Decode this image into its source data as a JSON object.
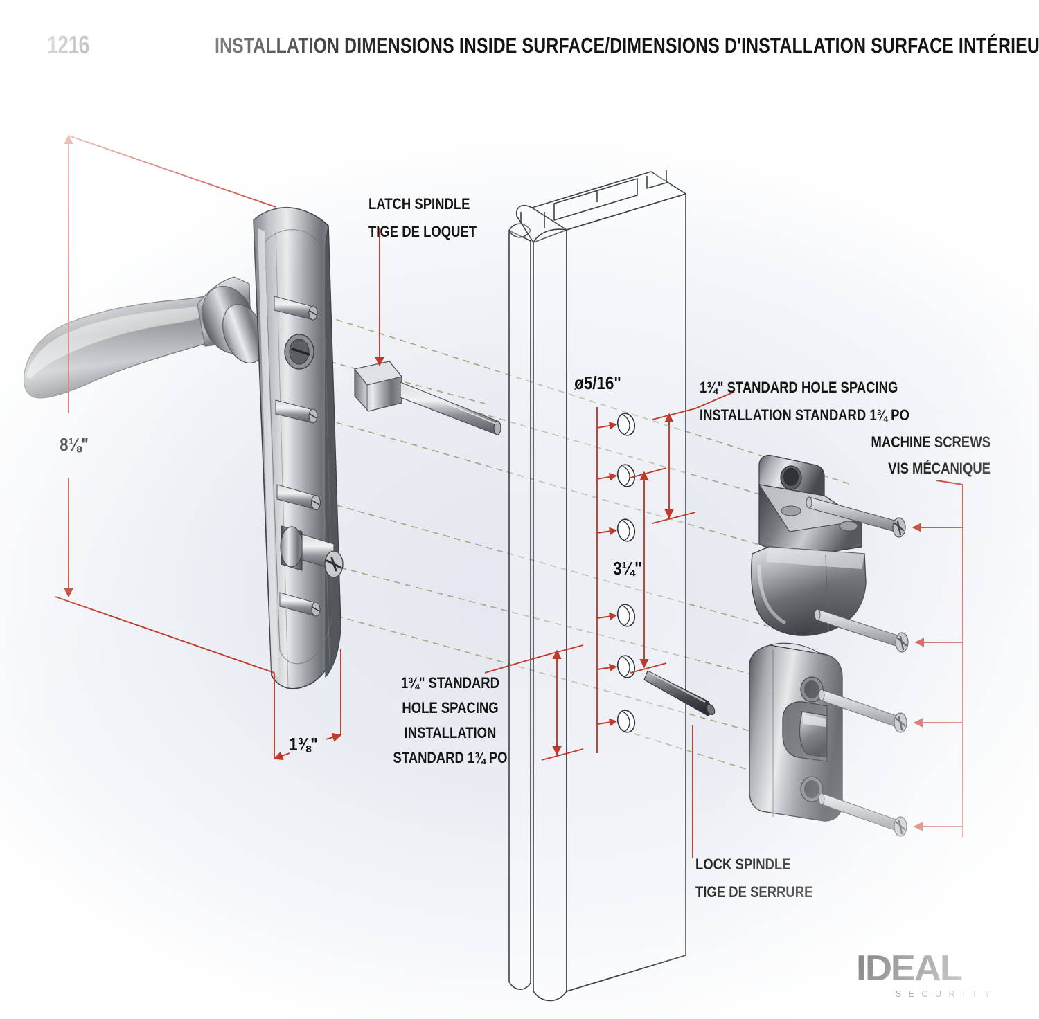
{
  "header": {
    "model_number": "1216",
    "title": "INSTALLATION DIMENSIONS INSIDE SURFACE/DIMENSIONS D'INSTALLATION SURFACE INTÉRIEURE"
  },
  "labels": {
    "latch_spindle_en": "LATCH SPINDLE",
    "latch_spindle_fr": "TIGE DE LOQUET",
    "machine_screws_en": "MACHINE SCREWS",
    "machine_screws_fr": "VIS MÉCANIQUE",
    "lock_spindle_en": "LOCK SPINDLE",
    "lock_spindle_fr": "TIGE DE SERRURE",
    "hole_spacing_top_en": "1¾\" STANDARD HOLE SPACING",
    "hole_spacing_top_fr": "INSTALLATION STANDARD 1¾ PO",
    "hole_spacing_bottom_en_1": "1¾\" STANDARD",
    "hole_spacing_bottom_en_2": "HOLE SPACING",
    "hole_spacing_bottom_fr_1": "INSTALLATION",
    "hole_spacing_bottom_fr_2": "STANDARD 1¾ PO"
  },
  "dimensions": {
    "plate_height": "8⅛\"",
    "plate_width": "1⅜\"",
    "hole_diameter": "ø5/16\"",
    "spindle_spacing": "3¼\""
  },
  "logo": {
    "name": "IDEAL",
    "tagline": "SECURITY"
  },
  "colors": {
    "dimension_red": "#c0392b",
    "centerline_green": "#9aa87a",
    "outline_dark": "#3a3a3a",
    "text_black": "#121212",
    "metal_light": "#e2e4e7",
    "metal_mid": "#9fa3a8",
    "metal_dark": "#4c5053"
  },
  "holes": {
    "count": 6,
    "diameter_label": "ø5/16\""
  }
}
